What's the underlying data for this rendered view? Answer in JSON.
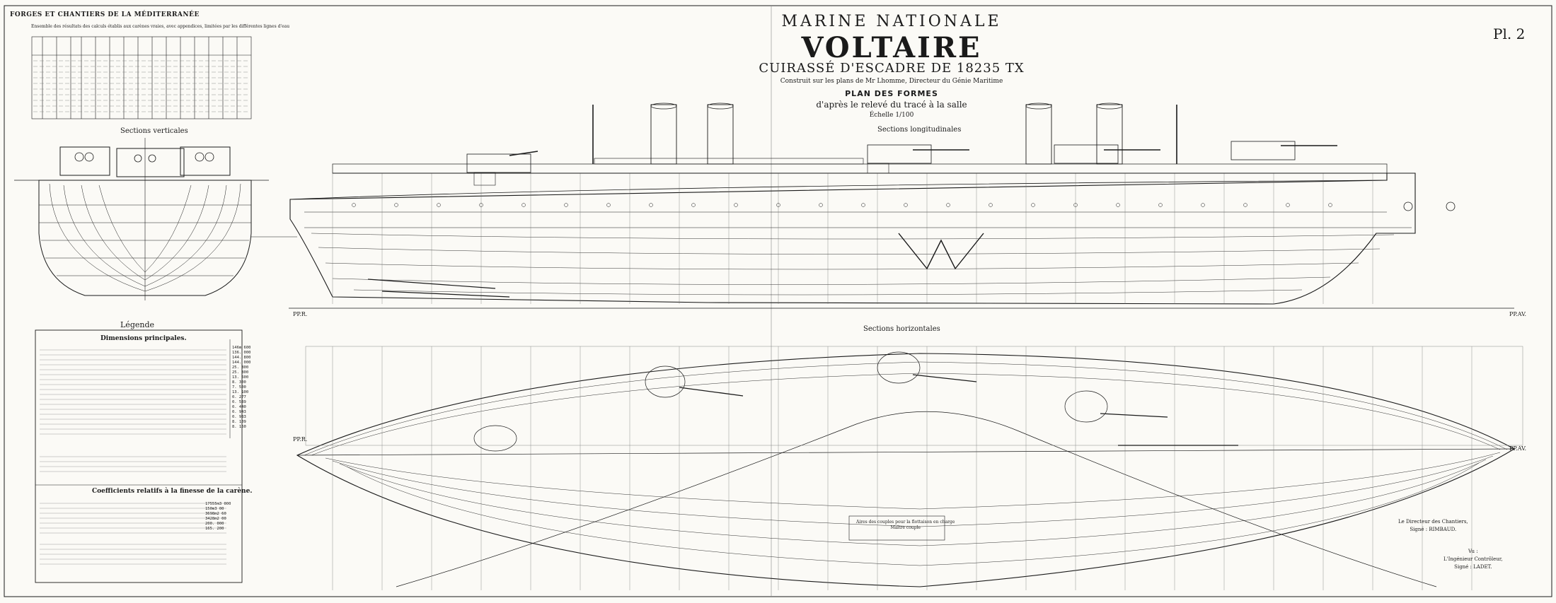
{
  "header": {
    "forges": "FORGES ET CHANTIERS DE LA MÉDITERRANÉE",
    "table_caption": "Ensemble des résultats des calculs établis aux carènes vraies, avec appendices, limitées par les différentes lignes d'eau",
    "marine": "MARINE NATIONALE",
    "voltaire": "VOLTAIRE",
    "cuirasse": "CUIRASSÉ D'ESCADRE DE 18235 TX",
    "construit": "Construit sur les plans de Mr Lhomme, Directeur du Génie Maritime",
    "plan": "PLAN DES FORMES",
    "releve": "d'après le relevé du tracé à la salle",
    "echelle": "Échelle 1/100",
    "plate": "Pl. 2"
  },
  "sections": {
    "verticales": "Sections verticales",
    "longitudinales": "Sections longitudinales",
    "horizontales": "Sections horizontales"
  },
  "markers": {
    "ppr": "PP.R.",
    "ppav": "PP.AV."
  },
  "legend": {
    "title": "Légende",
    "dimensions_title": "Dimensions principales.",
    "coefficients_title": "Coefficients relatifs à la finesse de la carène.",
    "dimension_values": [
      "146m 600",
      "136. 000",
      "144. 800",
      "144. 000",
      "25. 800",
      "25. 800",
      "13. 600",
      "8. 300",
      "7. 500",
      "13. 100",
      "0. 277",
      "0. 589",
      "0. 440",
      "0. 943",
      "0. 983",
      "8. 109",
      "8. 160"
    ],
    "coefficient_values": [
      "17555m3 000",
      "150m3 00",
      "3698m2 60",
      "3428m2 00",
      "200. 000",
      "165. 200"
    ]
  },
  "signatures": {
    "directeur": "Le Directeur des Chantiers,",
    "directeur_name": "Signé : RIMBAUD.",
    "vu": "Vu :",
    "ingenieur": "L'Ingénieur Contrôleur,",
    "ingenieur_name": "Signé : LADET."
  },
  "aire": {
    "line1": "Aires des couples pour la flottaison en charge",
    "line2": "Maître couple"
  },
  "colors": {
    "ink": "#1a1a1a",
    "paper": "#fbfaf6"
  }
}
